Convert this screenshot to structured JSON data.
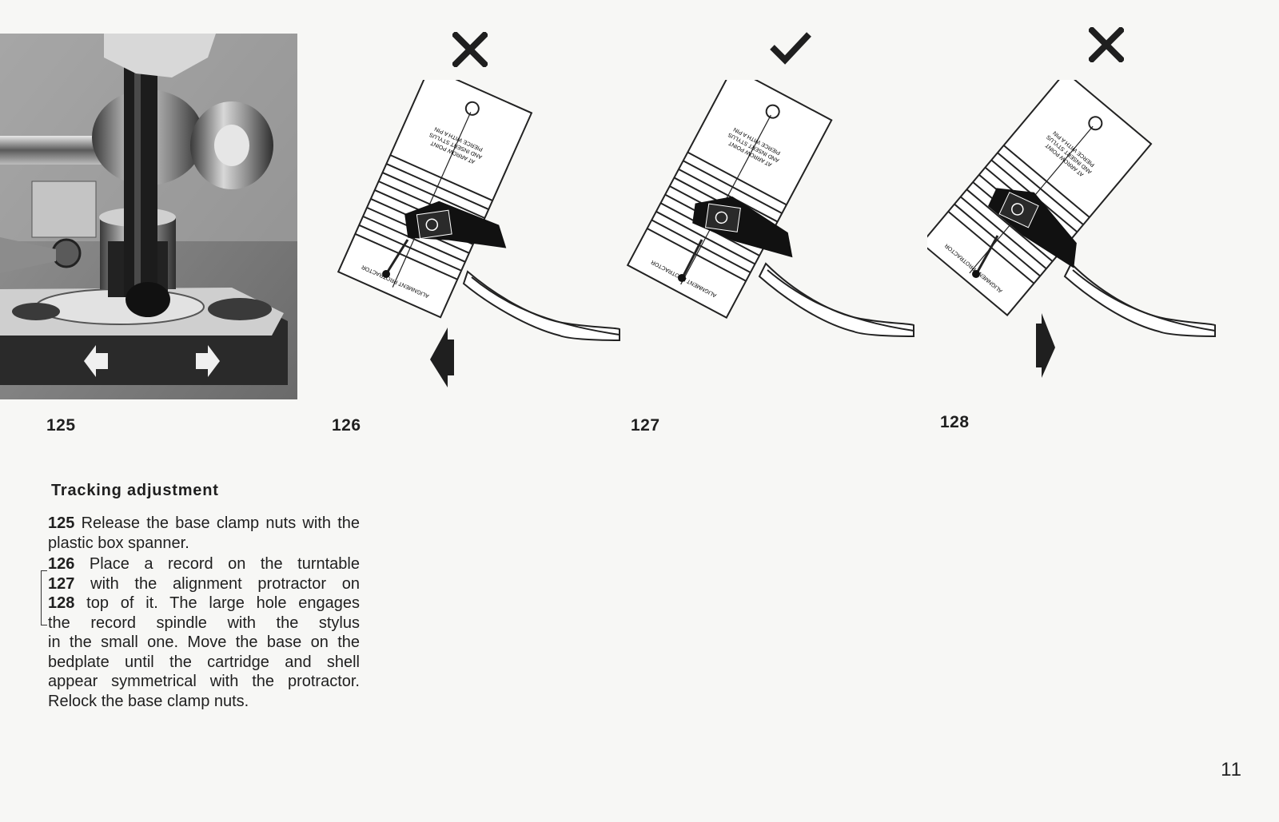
{
  "figures": {
    "fig125": "125",
    "fig126": "126",
    "fig127": "127",
    "fig128": "128"
  },
  "marks": {
    "fig126": "cross",
    "fig127": "check",
    "fig128": "cross"
  },
  "arrows": {
    "fig126": "left",
    "fig128": "right"
  },
  "protractor_text": {
    "label": "ALIGNMENT PROTRACTOR",
    "line1": "PIERCE WITH A PIN",
    "line2": "AND INSERT STYLUS",
    "line3": "AT ARROW POINT"
  },
  "section": {
    "title": "Tracking adjustment",
    "p1_num": "125",
    "p1_text": "Release the base clamp nuts with the plastic box spanner.",
    "p2_nums": [
      "126",
      "127",
      "128"
    ],
    "p2_line1": "Place a record on the turntable",
    "p2_line2": "with the alignment protractor on",
    "p2_line3": "top of it. The large hole engages",
    "p2_line4": "the record spindle with the stylus",
    "p2_line5": "in the small one. Move the base on the",
    "p2_line6": "bedplate until the cartridge and shell",
    "p2_line7": "appear symmetrical with the protractor.",
    "p2_line8": "Relock the base clamp nuts."
  },
  "page_number": "11"
}
